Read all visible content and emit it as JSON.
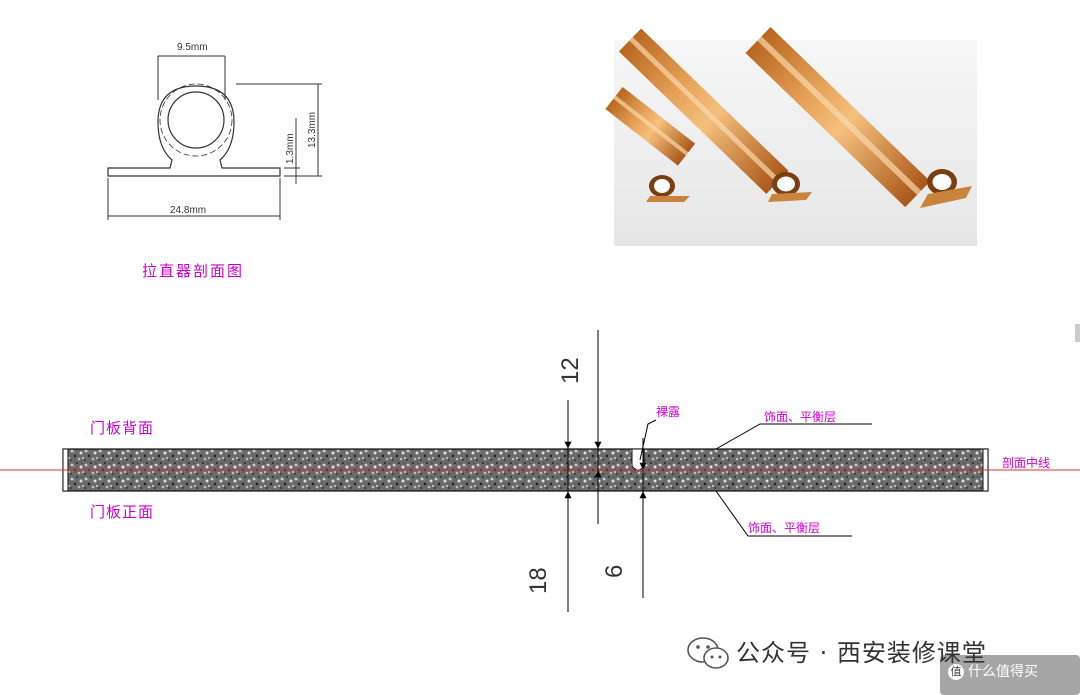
{
  "profile_drawing": {
    "dim_width_top": "9.5mm",
    "dim_height_total": "13.3mm",
    "dim_base_thickness": "1.3mm",
    "dim_width_base": "24.8mm",
    "caption": "拉直器剖面图"
  },
  "photo": {
    "description_icon": "aluminum-profile-photo",
    "tint": "#d68a3a"
  },
  "cross_section": {
    "top_dim": "12",
    "bottom_dim_left": "18",
    "bottom_dim_right": "6",
    "label_back": "门板背面",
    "label_front": "门板正面",
    "label_exposed": "裸露",
    "label_layer_top": "饰面、平衡层",
    "label_layer_bottom": "饰面、平衡层",
    "label_centerline": "剖面中线"
  },
  "watermark": {
    "text": "公众号 · 西安装修课堂",
    "bug_text": "什么值得买"
  },
  "colors": {
    "label_pink": "#cc00cc",
    "centerline_red": "#e03030"
  }
}
